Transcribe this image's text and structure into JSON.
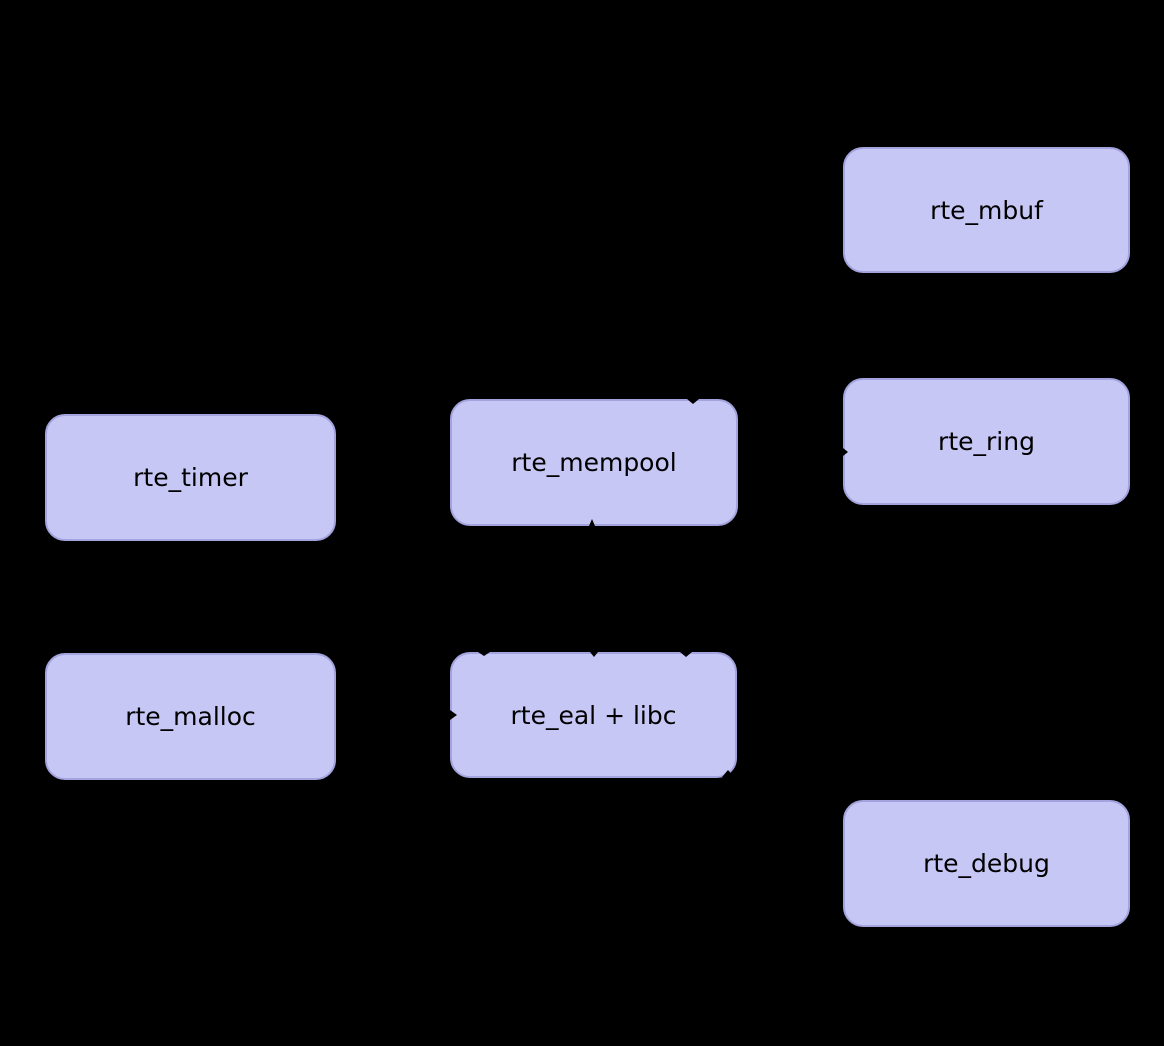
{
  "colors": {
    "background": "#000000",
    "node_fill": "#c7c7f6",
    "node_edge": "#a3a3dd",
    "node_text": "#000000"
  },
  "diagram": {
    "type": "block-diagram",
    "nodes": [
      {
        "id": "rte_mbuf",
        "label": "rte_mbuf"
      },
      {
        "id": "rte_ring",
        "label": "rte_ring"
      },
      {
        "id": "rte_debug",
        "label": "rte_debug"
      },
      {
        "id": "rte_mempool",
        "label": "rte_mempool"
      },
      {
        "id": "rte_eal_libc",
        "label": "rte_eal + libc"
      },
      {
        "id": "rte_timer",
        "label": "rte_timer"
      },
      {
        "id": "rte_malloc",
        "label": "rte_malloc"
      }
    ]
  }
}
